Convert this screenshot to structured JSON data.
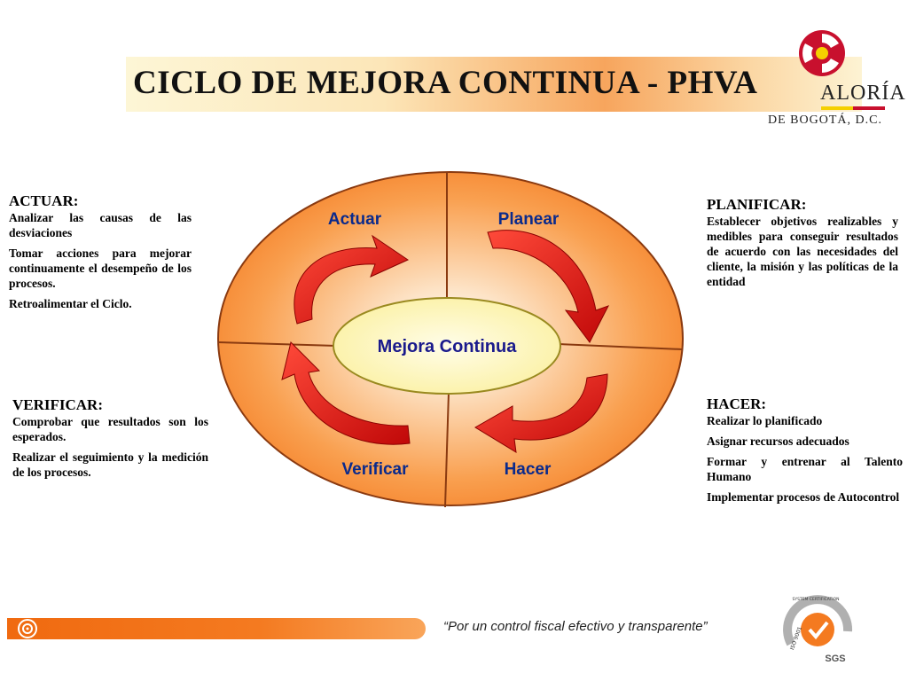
{
  "header": {
    "title": "CICLO DE MEJORA CONTINUA - PHVA",
    "logo_line1": "ALORÍA",
    "logo_line2": "DE BOGOTÁ, D.C."
  },
  "diagram": {
    "center": "Mejora Continua",
    "quadrants": {
      "actuar": "Actuar",
      "planear": "Planear",
      "verificar": "Verificar",
      "hacer": "Hacer"
    }
  },
  "actuar": {
    "heading": "ACTUAR:",
    "items": [
      "Analizar las causas de las desviaciones",
      "Tomar acciones para mejorar continuamente el desempeño de los procesos.",
      "Retroalimentar el Ciclo."
    ]
  },
  "planificar": {
    "heading": "PLANIFICAR:",
    "items": [
      "Establecer objetivos realizables y medibles para conseguir resultados de acuerdo con las necesidades del cliente, la misión y las políticas de la entidad"
    ]
  },
  "verificar": {
    "heading": "VERIFICAR:",
    "items": [
      "Comprobar que resultados son los esperados.",
      "Realizar el seguimiento y la medición de los procesos."
    ]
  },
  "hacer": {
    "heading": "HACER:",
    "items": [
      "Realizar lo planificado",
      "Asignar recursos adecuados",
      "Formar y entrenar al Talento Humano",
      "Implementar procesos de Autocontrol"
    ]
  },
  "footer": {
    "slogan": "“Por un control fiscal efectivo y transparente”",
    "cert_text": "SYSTEM CERTIFICATION",
    "iso": "ISO 9001",
    "sgs": "SGS"
  },
  "colors": {
    "accent_orange": "#f47a20",
    "arrow_red": "#e01010",
    "label_blue": "#0a2a8c"
  }
}
